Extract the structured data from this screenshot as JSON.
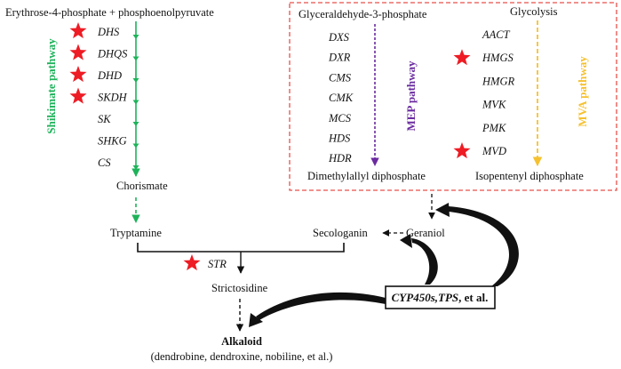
{
  "colors": {
    "shikimate": "#1db35a",
    "mep": "#6b2ba0",
    "mva": "#f5c12e",
    "star": "#ee1c24",
    "box_border": "#e8504a",
    "ink": "#111111"
  },
  "icons": {
    "marker": "star-icon"
  },
  "shikimate": {
    "substrate": "Erythrose-4-phosphate + phosphoenolpyruvate",
    "pathway_label": "Shikimate pathway",
    "enzymes": [
      "DHS",
      "DHQS",
      "DHD",
      "SKDH",
      "SK",
      "SHKG",
      "CS"
    ],
    "product": "Chorismate"
  },
  "mep": {
    "substrate": "Glyceraldehyde-3-phosphate",
    "pathway_label": "MEP pathway",
    "enzymes": [
      "DXS",
      "DXR",
      "CMS",
      "CMK",
      "MCS",
      "HDS",
      "HDR"
    ],
    "product": "Dimethylallyl diphosphate"
  },
  "mva": {
    "substrate": "Glycolysis",
    "pathway_label": "MVA pathway",
    "enzymes": [
      "AACT",
      "HMGS",
      "HMGR",
      "MVK",
      "PMK",
      "MVD"
    ],
    "product": "Isopentenyl diphosphate"
  },
  "nodes": {
    "tryptamine": "Tryptamine",
    "secologanin": "Secologanin",
    "geraniol": "Geraniol",
    "str": "STR",
    "strictosidine": "Strictosidine",
    "alkaloid": "Alkaloid",
    "alkaloid_examples": "(dendrobine, dendroxine, nobiline, et al.)"
  },
  "regulator": {
    "part1": "CYP450s",
    "part2": ",TPS",
    "part3": ", et al."
  }
}
